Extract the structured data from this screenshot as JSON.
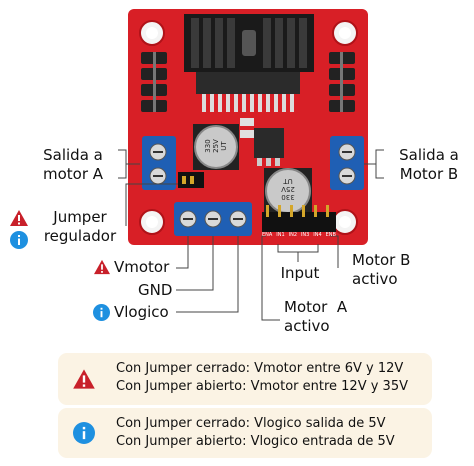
{
  "labels": {
    "salida_a_line1": "Salida a",
    "salida_a_line2": "motor A",
    "salida_b_line1": "Salida a",
    "salida_b_line2": "Motor B",
    "jumper_line1": "Jumper",
    "jumper_line2": "regulador",
    "vmotor": "Vmotor",
    "gnd": "GND",
    "vlogico": "Vlogico",
    "input": "Input",
    "motor_b_line1": "Motor B",
    "motor_b_line2": "activo",
    "motor_a_line1": "Motor  A",
    "motor_a_line2": "activo"
  },
  "board": {
    "cap_text_line1": "330",
    "cap_text_line2": "25V",
    "cap_text_line3": "UT",
    "pin_labels": [
      "ENA",
      "IN1",
      "IN2",
      "IN3",
      "IN4",
      "ENB"
    ]
  },
  "notes": {
    "warning": {
      "line1": "Con Jumper cerrado: Vmotor entre 6V y 12V",
      "line2": "Con Jumper abierto: Vmotor entre 12V y 35V"
    },
    "info": {
      "line1": "Con Jumper cerrado: Vlogico salida de 5V",
      "line2": "Con Jumper abierto: Vlogico entrada de 5V"
    }
  },
  "colors": {
    "board_red": "#d81f26",
    "terminal_blue": "#1f5fb4",
    "warning_red": "#c8202a",
    "info_blue": "#1e90e0",
    "note_bg": "#fbf3e4"
  },
  "icons": [
    "warning-icon",
    "info-icon"
  ]
}
